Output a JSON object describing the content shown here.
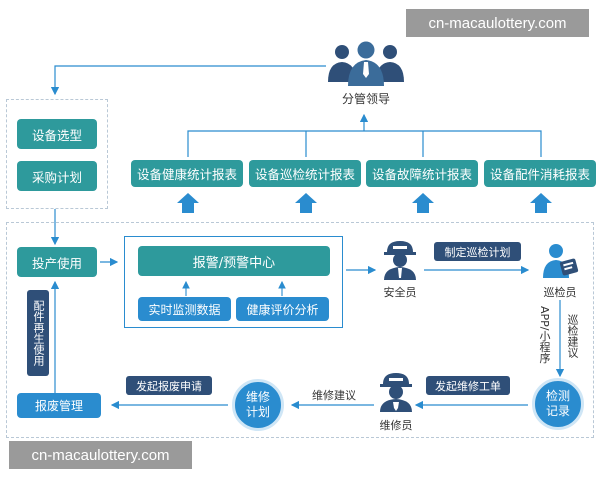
{
  "watermark": "cn-macaulottery.com",
  "leadership": {
    "label": "分管领导"
  },
  "left_top": {
    "select": "设备选型",
    "purchase": "采购计划"
  },
  "reports": [
    "设备健康统计报表",
    "设备巡检统计报表",
    "设备故障统计报表",
    "设备配件消耗报表"
  ],
  "left_flow": {
    "use": "投产使用",
    "regen": "配件再生使用",
    "scrap_mgmt": "报废管理"
  },
  "center": {
    "title": "报警/预警中心",
    "monitor": "实时监测数据",
    "health": "健康评价分析"
  },
  "roles": {
    "safety": "安全员",
    "inspector": "巡检员",
    "repairer": "维修员"
  },
  "tags": {
    "patrol_plan": "制定巡检计划",
    "repair_order": "发起维修工单",
    "scrap_apply": "发起报废申请"
  },
  "edge_labels": {
    "app": "APP/小程序",
    "patrol_advice": "巡检建议",
    "repair_advice": "维修建议"
  },
  "circles": {
    "repair_plan": "维修计划",
    "inspect_record": "检测记录"
  },
  "colors": {
    "teal": "#2e9a9c",
    "blue": "#2a8ccf",
    "navy": "#2f4f78",
    "line": "#2a8ccf"
  }
}
